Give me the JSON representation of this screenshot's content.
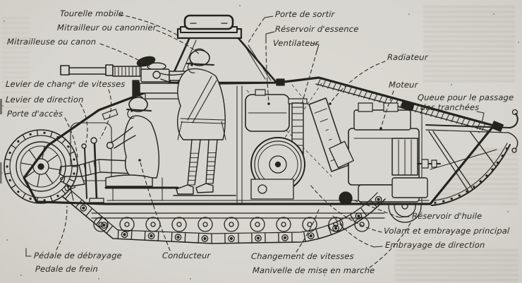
{
  "figure": {
    "kind": "cutaway technical drawing of a light tank with crew, printed halftone scan"
  },
  "colors": {
    "paper": "#d8d6d0",
    "ink": "#23231e"
  },
  "labels": {
    "tourelle_mobile": "Tourelle mobile",
    "mitrailleur": "Mitrailleur ou canonnier",
    "mitrailleuse": "Mitrailleuse ou canon",
    "levier_vitesses": "Levier de changᵉ de vitesses",
    "levier_direction": "Levier de direction",
    "porte_acces": "Porte d'accès",
    "porte_sortie": "Porte de sortir",
    "reservoir_essence": "Réservoir d'essence",
    "ventilateur": "Ventilateur",
    "radiateur": "Radiateur",
    "moteur": "Moteur",
    "queue_line1": "Queue pour le passage",
    "queue_line2": "des tranchées",
    "reservoir_huile": "Réservoir d'huile",
    "volant": "Volant et embrayage principal",
    "embrayage_direction": "Embrayage de direction",
    "pedale_debrayage": "Pédale de débrayage",
    "pedale_frein": "Pedale de frein",
    "conducteur": "Conducteur",
    "changement_vitesses": "Changement de vitesses",
    "manivelle": "Manivelle de mise en marche"
  }
}
